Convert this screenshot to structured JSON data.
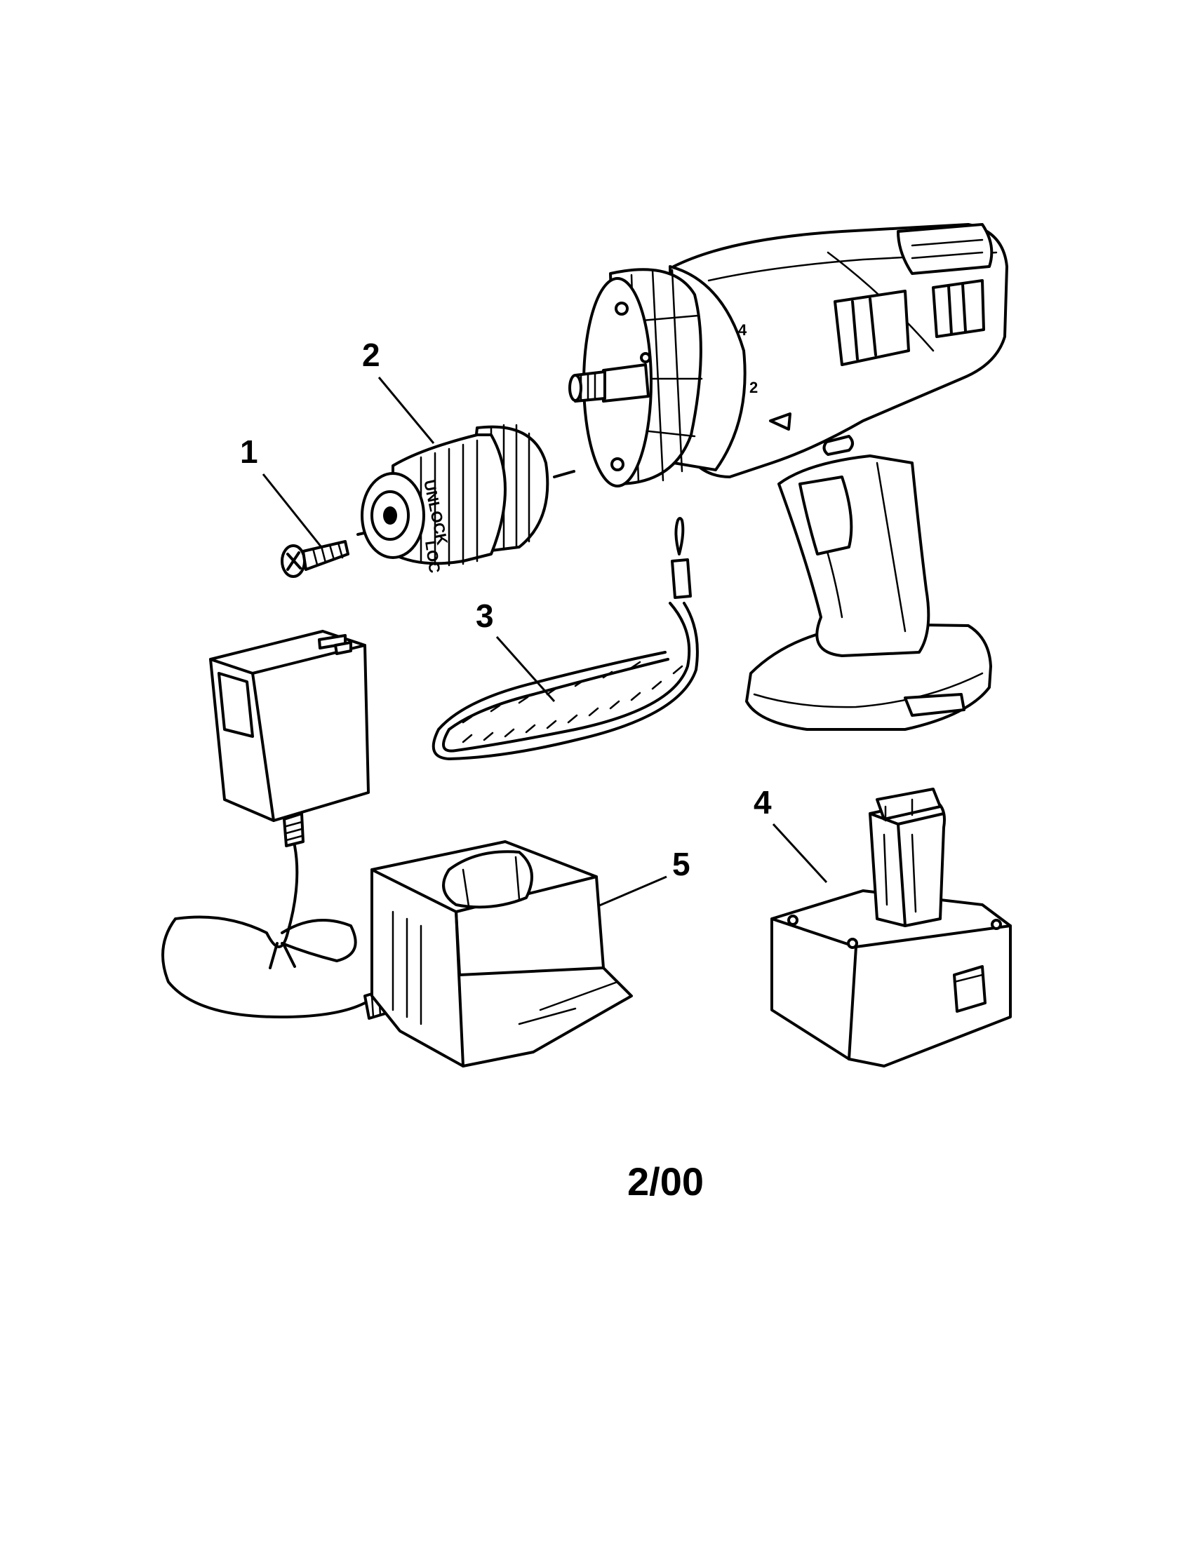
{
  "callouts": {
    "part_1": "1",
    "part_2": "2",
    "part_3": "3",
    "part_4": "4",
    "part_5": "5"
  },
  "chuck_text": {
    "unlock": "UNLOCK",
    "lock": "LOC"
  },
  "clutch_numbers": [
    "4",
    "2"
  ],
  "date_code": "2/00",
  "colors": {
    "ink": "#000000",
    "paper": "#ffffff"
  }
}
